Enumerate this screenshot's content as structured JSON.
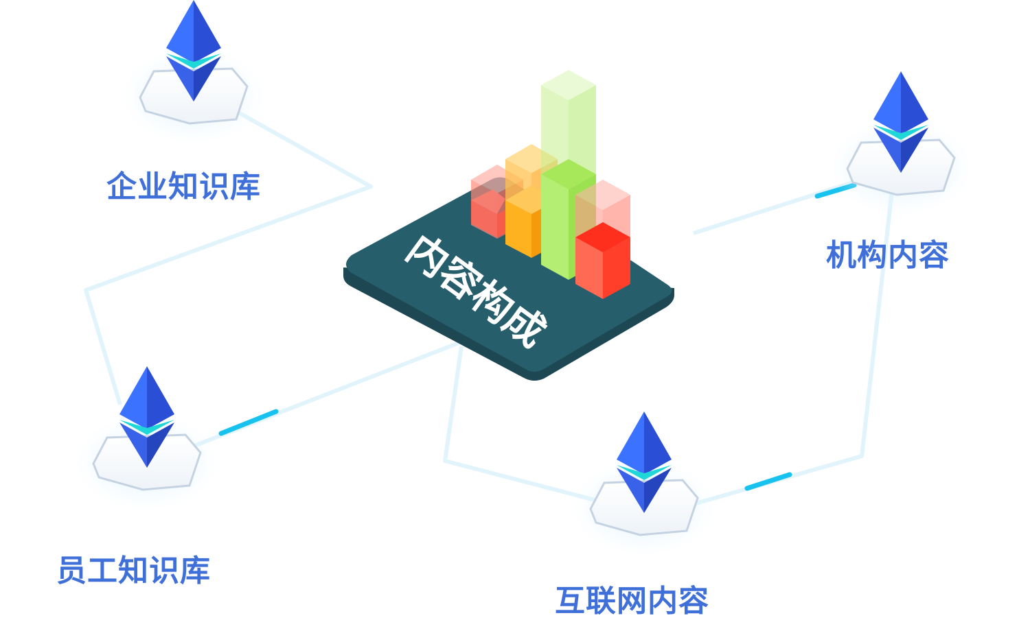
{
  "hub": {
    "label": "内容构成"
  },
  "nodes": [
    {
      "id": "enterprise-kb",
      "label": "企业知识库"
    },
    {
      "id": "institution-content",
      "label": "机构内容"
    },
    {
      "id": "employee-kb",
      "label": "员工知识库"
    },
    {
      "id": "internet-content",
      "label": "互联网内容"
    }
  ],
  "colors": {
    "label": "#3f6fd8",
    "platform": "#275e6c",
    "platform_side": "#1c4753",
    "link": "#dff3fb",
    "link_accent": "#18c3ee",
    "gem_left": "#3b72ff",
    "gem_right": "#2a4fd6",
    "gem_band": "#1fd7d7",
    "bar_green": "#a6ee5c",
    "bar_orange": "#ffae1a",
    "bar_red": "#ff4a35"
  }
}
